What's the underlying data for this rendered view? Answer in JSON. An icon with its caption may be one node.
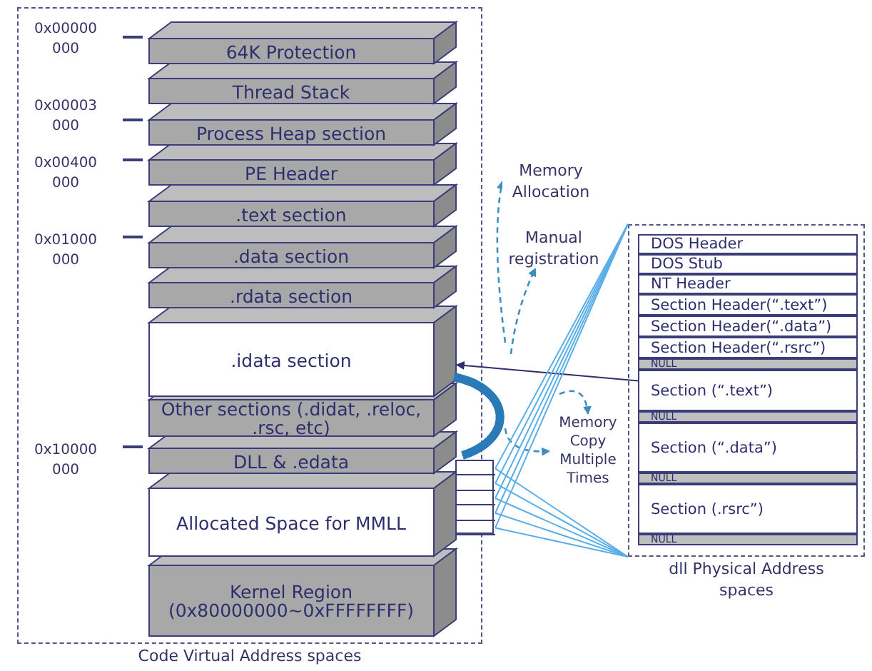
{
  "diagram": {
    "nodes": [
      {
        "text": [
          "Code Virtual Address spaces"
        ]
      },
      {
        "text": [
          "64K Protection"
        ],
        "in": 0
      },
      {
        "text": [
          "Thread Stack"
        ],
        "in": 0
      },
      {
        "text": [
          "Process Heap section"
        ],
        "in": 0
      },
      {
        "text": [
          "PE Header"
        ],
        "in": 0
      },
      {
        "text": [
          ".text section"
        ],
        "in": 0
      },
      {
        "text": [
          ".data section"
        ],
        "in": 0
      },
      {
        "text": [
          ".rdata section"
        ],
        "in": 0
      },
      {
        "text": [
          ".idata section"
        ],
        "in": 0
      },
      {
        "text": [
          "Other sections (.didat, .reloc, .rsc, etc)"
        ],
        "in": 0
      },
      {
        "text": [
          "DLL & .edata"
        ],
        "in": 0
      },
      {
        "text": [
          "Allocated Space for MMLL"
        ],
        "in": 0
      },
      {
        "text": [
          "Kernel Region (0x80000000~0xFFFFFFFF)"
        ],
        "in": 0
      },
      {
        "text": [],
        "shape": "box"
      },
      {
        "text": [],
        "shape": "box",
        "in": 13
      },
      {
        "text": [],
        "shape": "box",
        "in": 13
      },
      {
        "text": [],
        "shape": "box",
        "in": 13
      },
      {
        "text": [],
        "shape": "box",
        "in": 13
      },
      {
        "text": [],
        "shape": "box",
        "in": 13
      },
      {
        "text": [
          "dll Physical Address spaces"
        ]
      },
      {
        "text": [
          "DOS Header"
        ],
        "in": 19
      },
      {
        "text": [
          "DOS Stub"
        ],
        "in": 19
      },
      {
        "text": [
          "NT Header"
        ],
        "in": 19
      },
      {
        "text": [
          "Section Header(“.text”)"
        ],
        "in": 19
      },
      {
        "text": [
          "Section Header(“.data”)"
        ],
        "in": 19
      },
      {
        "text": [
          "Section Header(“.rsrc”)"
        ],
        "in": 19
      },
      {
        "text": [
          "NULL"
        ],
        "in": 19
      },
      {
        "text": [
          "Section (“.text”)"
        ],
        "in": 19
      },
      {
        "text": [
          "NULL"
        ],
        "in": 19
      },
      {
        "text": [
          "Section (“.data”)"
        ],
        "in": 19
      },
      {
        "text": [
          "NULL"
        ],
        "in": 19
      },
      {
        "text": [
          "Section (.rsrc”)"
        ],
        "in": 19
      },
      {
        "text": [
          "NULL"
        ],
        "in": 19
      },
      {
        "text": [
          "Memory Allocation"
        ]
      },
      {
        "text": [
          "Manual registration"
        ]
      },
      {
        "text": [
          "Memory Copy Multiple Times"
        ]
      }
    ],
    "edges": [
      {
        "from": 27,
        "to": 8,
        "arrow": "to",
        "color": "#2e2e6e"
      },
      {
        "from": 8,
        "to": 10,
        "arrow": "to",
        "style": "thick",
        "color": "#2a7ab8"
      },
      {
        "from": null,
        "to": 33,
        "arrow": "to",
        "style": "dashed",
        "color": "#3a8fc0"
      },
      {
        "from": null,
        "to": 34,
        "arrow": "to",
        "style": "dashed",
        "color": "#3a8fc0"
      },
      {
        "from": null,
        "to": 35,
        "arrow": "to",
        "style": "dashed",
        "color": "#3a8fc0"
      },
      {
        "from": null,
        "to": 35,
        "arrow": "to",
        "style": "dashed",
        "color": "#3a8fc0"
      },
      {
        "from": 14,
        "to": 19,
        "arrow": "none"
      },
      {
        "from": 14,
        "to": 19,
        "arrow": "none"
      },
      {
        "from": 15,
        "to": 19,
        "arrow": "none"
      },
      {
        "from": 15,
        "to": 19,
        "arrow": "none"
      },
      {
        "from": 16,
        "to": 19,
        "arrow": "none"
      },
      {
        "from": 16,
        "to": 19,
        "arrow": "none"
      },
      {
        "from": 17,
        "to": 19,
        "arrow": "none"
      },
      {
        "from": 17,
        "to": 19,
        "arrow": "none"
      },
      {
        "from": 18,
        "to": 19,
        "arrow": "none"
      },
      {
        "from": 18,
        "to": 19,
        "arrow": "none"
      }
    ],
    "labels": [
      "0x00000 000",
      "0x00003 000",
      "0x00400 000",
      "0x01000 000",
      "0x10000 000"
    ]
  }
}
